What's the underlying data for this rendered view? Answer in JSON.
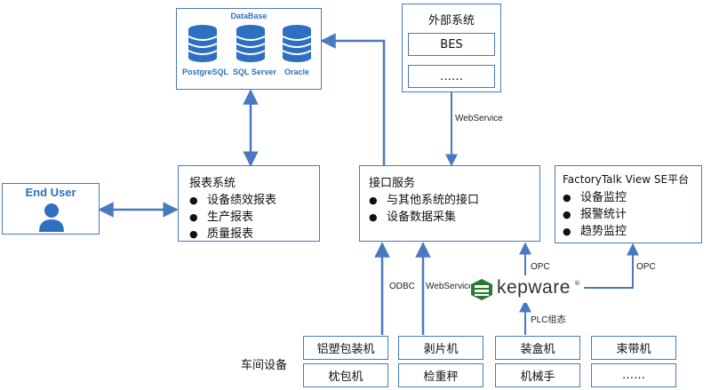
{
  "database": {
    "title": "DataBase",
    "items": [
      {
        "name": "PostgreSQL",
        "icon": "database-cylinder-icon"
      },
      {
        "name": "SQL Server",
        "icon": "database-cylinder-icon"
      },
      {
        "name": "Oracle",
        "icon": "database-cylinder-icon"
      }
    ]
  },
  "external_system": {
    "title": "外部系统",
    "items": [
      "BES",
      "……"
    ]
  },
  "end_user": {
    "title": "End User",
    "icon": "user-icon"
  },
  "report_system": {
    "title": "报表系统",
    "items": [
      "设备绩效报表",
      "生产报表",
      "质量报表"
    ]
  },
  "interface_service": {
    "title": "接口服务",
    "items": [
      "与其他系统的接口",
      "设备数据采集"
    ]
  },
  "factorytalk": {
    "title": "FactoryTalk View SE平台",
    "items": [
      "设备监控",
      "报警统计",
      "趋势监控"
    ]
  },
  "kepware": {
    "name": "kepware",
    "mark": "®"
  },
  "connection_labels": {
    "webservice_top": "WebService",
    "odbc": "ODBC",
    "webservice_bottom": "WebService",
    "opc_left": "OPC",
    "opc_right": "OPC",
    "plc": "PLC组态"
  },
  "workshop": {
    "label": "车间设备",
    "devices": [
      [
        "铝塑包装机",
        "剥片机",
        "装盒机",
        "束带机"
      ],
      [
        "枕包机",
        "检重秤",
        "机械手",
        "……"
      ]
    ]
  },
  "colors": {
    "line": "#4a79c0",
    "accent": "#2f6fc0",
    "user_blue": "#2f6fc0",
    "kepware_green": "#3f8f3a"
  }
}
